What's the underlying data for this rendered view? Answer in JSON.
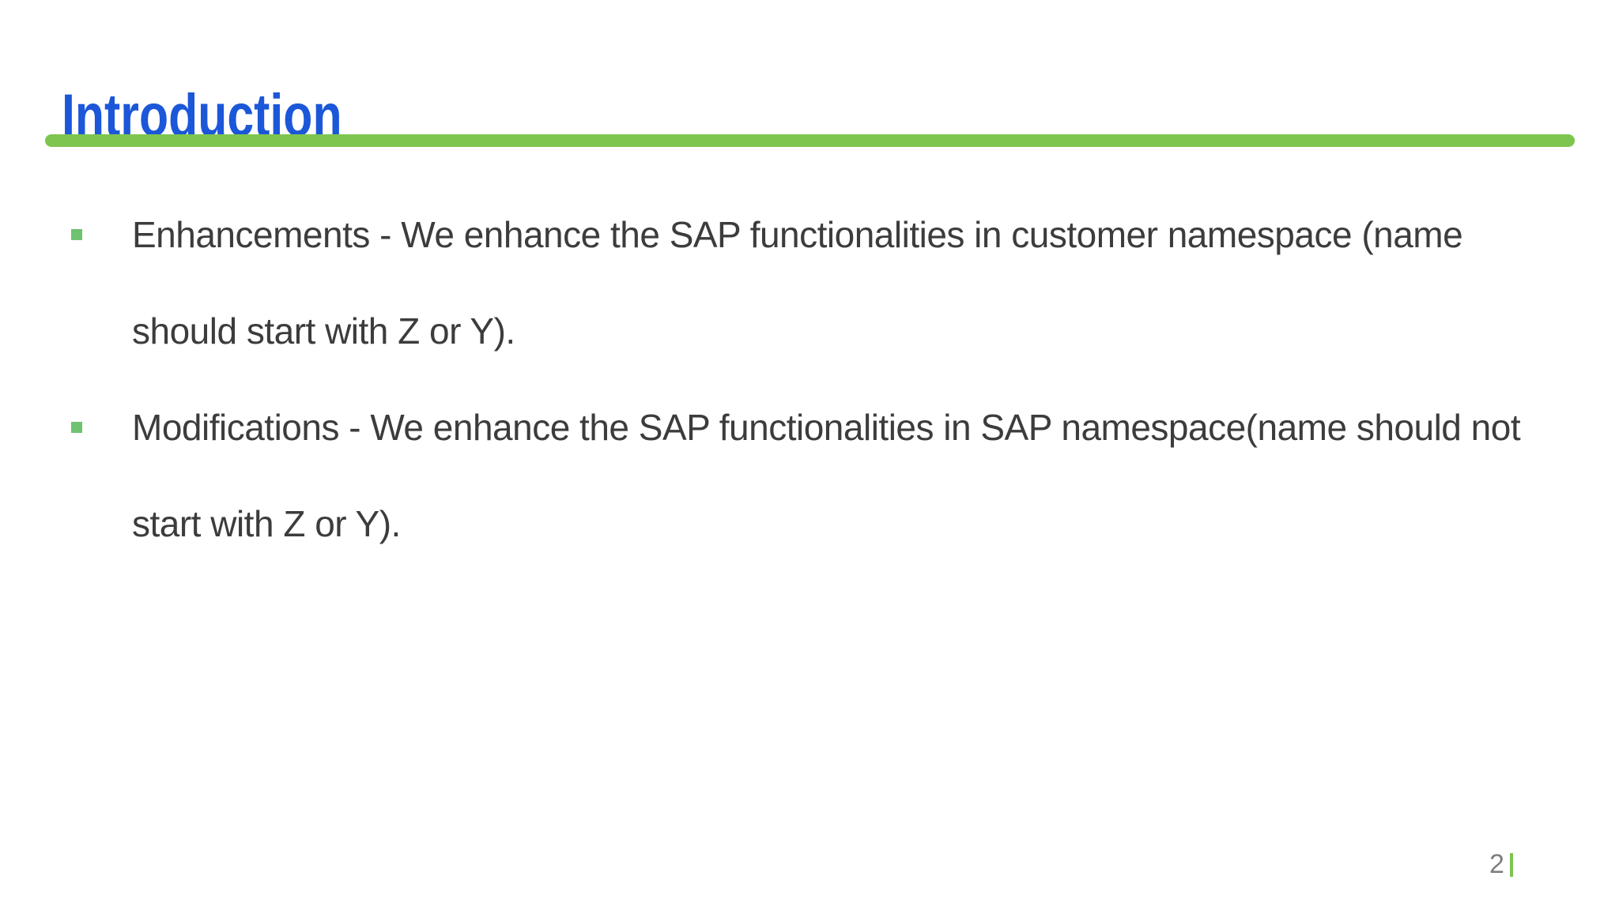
{
  "slide": {
    "title": "Introduction",
    "bullets": [
      {
        "lines": [
          "Enhancements - We enhance the SAP functionalities in customer namespace (name",
          "should start with Z or Y)."
        ]
      },
      {
        "lines": [
          "Modifications - We enhance the SAP functionalities in SAP namespace(name should not",
          "start with Z or Y)."
        ]
      }
    ],
    "page_number": "2"
  },
  "icons": {
    "bullet_marker": "green-square-icon",
    "footer_bar": "green-vertical-bar-icon"
  },
  "colors": {
    "title_blue": "#1B57D8",
    "accent_green": "#7EC550",
    "bullet_green": "#6FC26F",
    "body_text": "#3C3C3C",
    "page_number_gray": "#7F7F7F",
    "slide_bg": "#FFFFFF"
  }
}
